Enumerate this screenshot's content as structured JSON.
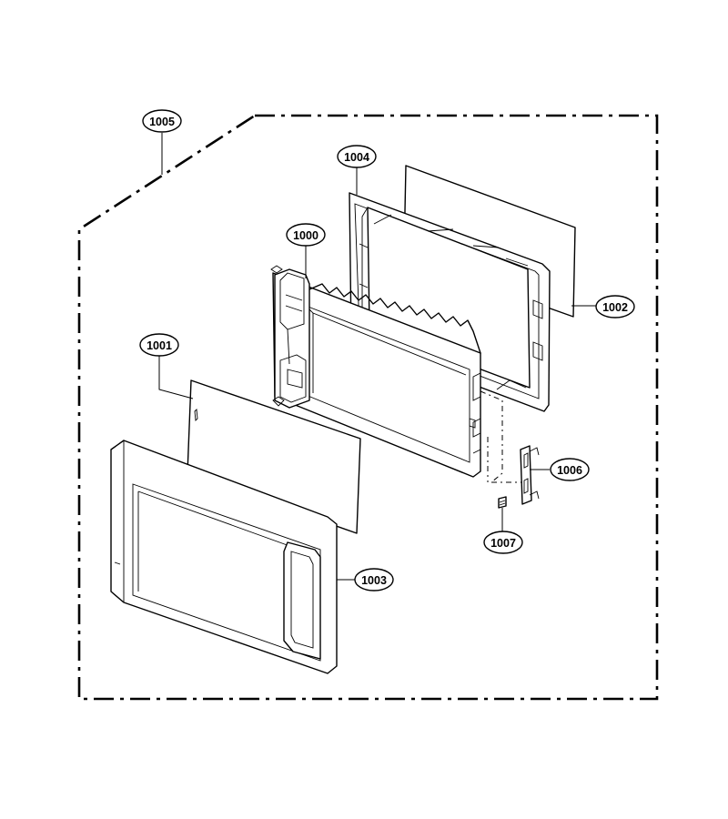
{
  "callouts": {
    "c1005": "1005",
    "c1004": "1004",
    "c1000": "1000",
    "c1001": "1001",
    "c1002": "1002",
    "c1006": "1006",
    "c1007": "1007",
    "c1003": "1003"
  }
}
